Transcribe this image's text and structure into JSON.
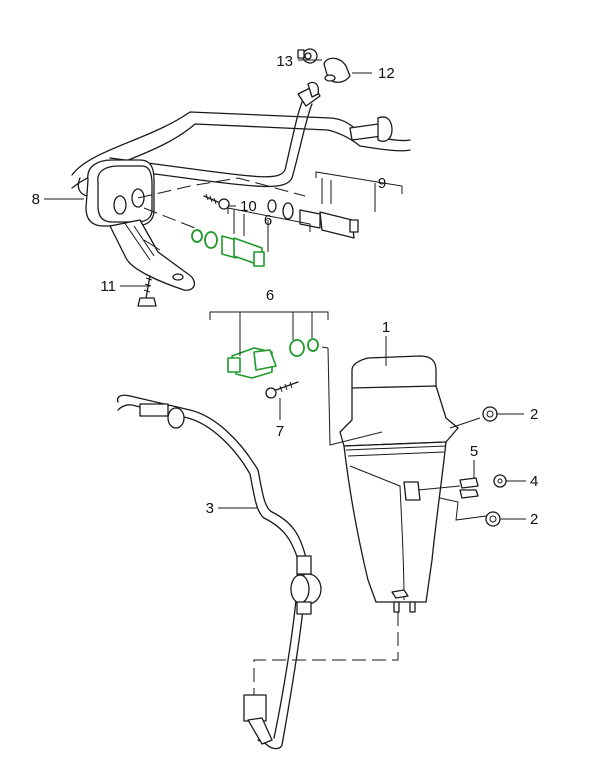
{
  "diagram": {
    "type": "exploded parts diagram",
    "subject": "Evaporative emissions charcoal canister and purge valve assembly",
    "highlight_color": "#1f9a2a",
    "line_color": "#1a1a1a",
    "background": "#ffffff"
  },
  "callouts": [
    {
      "id": "1",
      "label": "1",
      "part": "charcoal canister"
    },
    {
      "id": "2a",
      "label": "2",
      "part": "rubber grommet (upper)"
    },
    {
      "id": "2b",
      "label": "2",
      "part": "rubber grommet (lower)"
    },
    {
      "id": "3",
      "label": "3",
      "part": "vent line with check valve"
    },
    {
      "id": "4",
      "label": "4",
      "part": "nut"
    },
    {
      "id": "5",
      "label": "5",
      "part": "clip"
    },
    {
      "id": "6a",
      "label": "6",
      "part": "purge valve with o-rings (upper, highlighted)"
    },
    {
      "id": "6b",
      "label": "6",
      "part": "purge valve with o-rings (lower, highlighted)"
    },
    {
      "id": "7",
      "label": "7",
      "part": "screw"
    },
    {
      "id": "8",
      "label": "8",
      "part": "bracket with rubber mount"
    },
    {
      "id": "9",
      "label": "9",
      "part": "sensor with o-rings"
    },
    {
      "id": "10",
      "label": "10",
      "part": "screw"
    },
    {
      "id": "11",
      "label": "11",
      "part": "bolt"
    },
    {
      "id": "12",
      "label": "12",
      "part": "elbow cap"
    },
    {
      "id": "13",
      "label": "13",
      "part": "fitting"
    }
  ]
}
